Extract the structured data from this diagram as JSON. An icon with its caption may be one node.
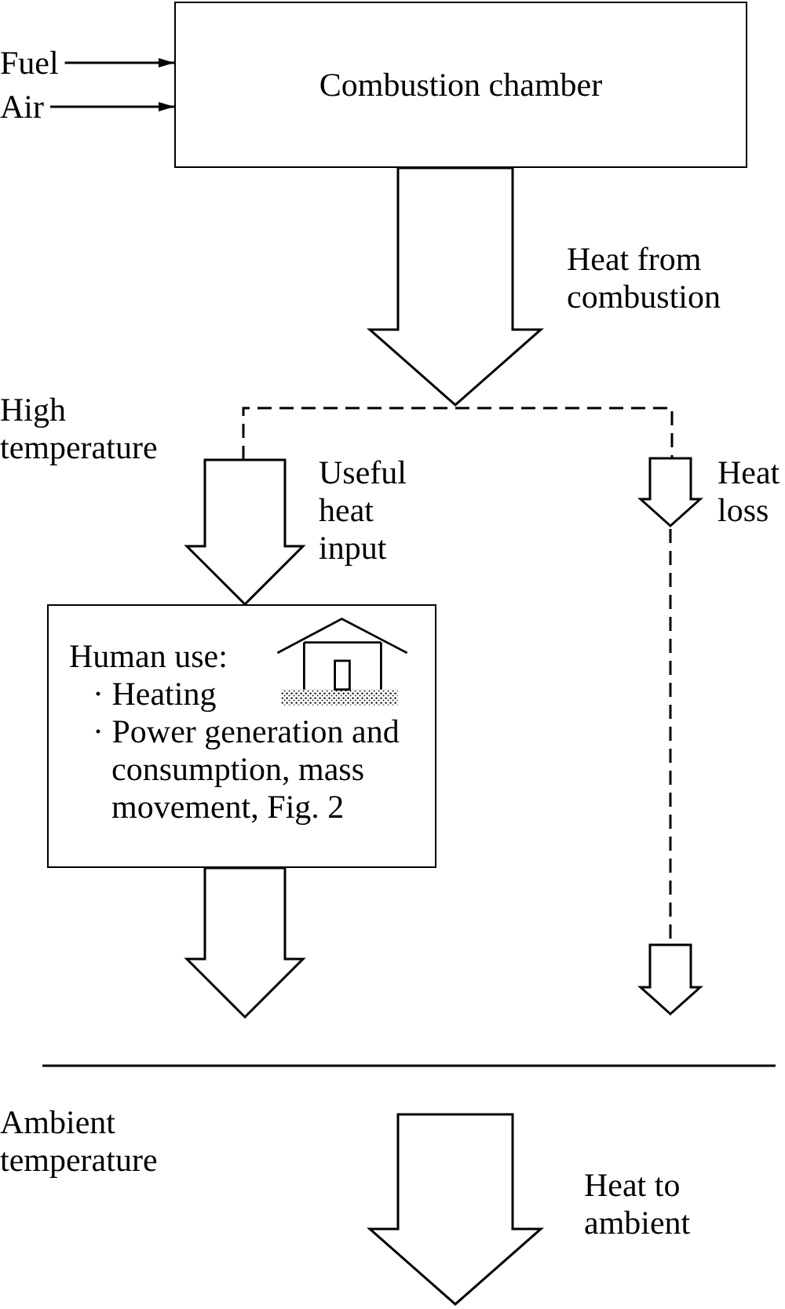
{
  "diagram": {
    "nodes": [
      {
        "text": [
          "Fuel"
        ]
      },
      {
        "text": [
          "Air"
        ]
      },
      {
        "text": [
          "Combustion chamber"
        ]
      },
      {
        "text": [
          "Human use:",
          "· Heating",
          "· Power generation and consumption, mass movement, Fig. 2"
        ]
      }
    ],
    "edges": [
      {
        "from": 0,
        "to": 2,
        "arrow": "to"
      },
      {
        "from": 1,
        "to": 2,
        "arrow": "to"
      },
      {
        "from": 2,
        "to": null,
        "arrow": "to",
        "label": "Heat from combustion",
        "style": "thick"
      },
      {
        "from": null,
        "to": 3,
        "arrow": "to",
        "label": "Useful heat input",
        "style": "thick"
      },
      {
        "from": 3,
        "to": null,
        "arrow": "to",
        "style": "thick"
      }
    ],
    "labels": [
      "High temperature",
      "Heat loss",
      "Ambient temperature",
      "Heat to ambient"
    ]
  }
}
